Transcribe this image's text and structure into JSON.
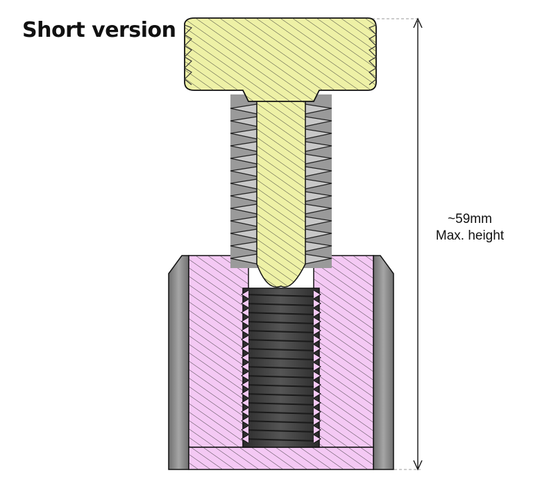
{
  "title": "Short version",
  "dimension": {
    "value": "~59mm",
    "label": "Max. height"
  },
  "colors": {
    "bolt_fill": "#eef1a6",
    "nut_fill": "#f4c9f4",
    "thread_dark": "#3a3a3a",
    "shell_gray": "#8a8a8a",
    "outline": "#111111"
  }
}
